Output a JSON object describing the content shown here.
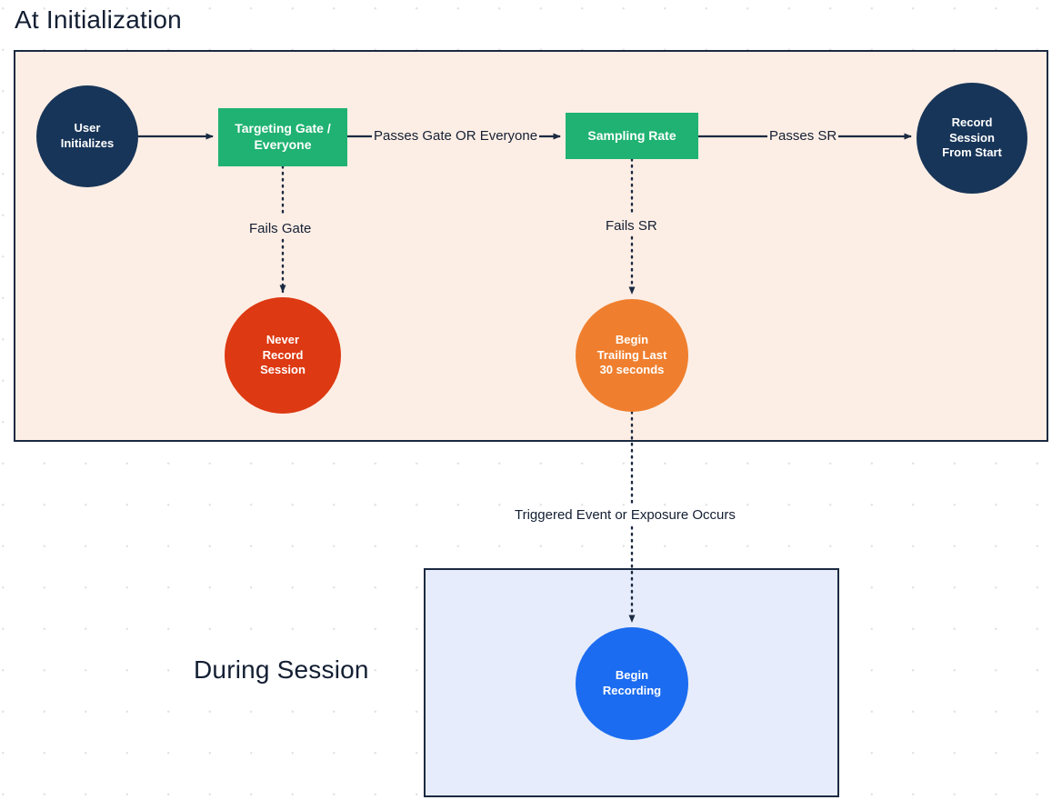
{
  "sections": [
    {
      "id": "at-initialization",
      "title": "At Initialization"
    },
    {
      "id": "during-session",
      "title": "During Session"
    }
  ],
  "nodes": {
    "user_initializes": {
      "label": "User\nInitializes",
      "shape": "circle",
      "color": "#173558"
    },
    "targeting_gate": {
      "label": "Targeting Gate /\nEveryone",
      "shape": "rectangle",
      "color": "#20b272"
    },
    "sampling_rate": {
      "label": "Sampling Rate",
      "shape": "rectangle",
      "color": "#20b272"
    },
    "record_from_start": {
      "label": "Record\nSession\nFrom Start",
      "shape": "circle",
      "color": "#173558"
    },
    "never_record": {
      "label": "Never\nRecord\nSession",
      "shape": "circle",
      "color": "#dd3912"
    },
    "begin_trailing": {
      "label": "Begin\nTrailing Last\n30 seconds",
      "shape": "circle",
      "color": "#ef7f2e"
    },
    "begin_recording": {
      "label": "Begin\nRecording",
      "shape": "circle",
      "color": "#1b6cf0"
    }
  },
  "edges": {
    "passes_gate": {
      "label": "Passes Gate OR Everyone",
      "style": "solid"
    },
    "passes_sr": {
      "label": "Passes SR",
      "style": "solid"
    },
    "fails_gate": {
      "label": "Fails Gate",
      "style": "dotted"
    },
    "fails_sr": {
      "label": "Fails SR",
      "style": "dotted"
    },
    "triggered": {
      "label": "Triggered Event or Exposure Occurs",
      "style": "dotted"
    },
    "init_to_gate": {
      "label": "",
      "style": "solid"
    }
  },
  "theme": {
    "region_init_bg": "#fdeee5",
    "region_session_bg": "#e6ecfb",
    "border": "#1b2a41",
    "text": "#141f33",
    "grid_dot": "#e3e3e6"
  }
}
